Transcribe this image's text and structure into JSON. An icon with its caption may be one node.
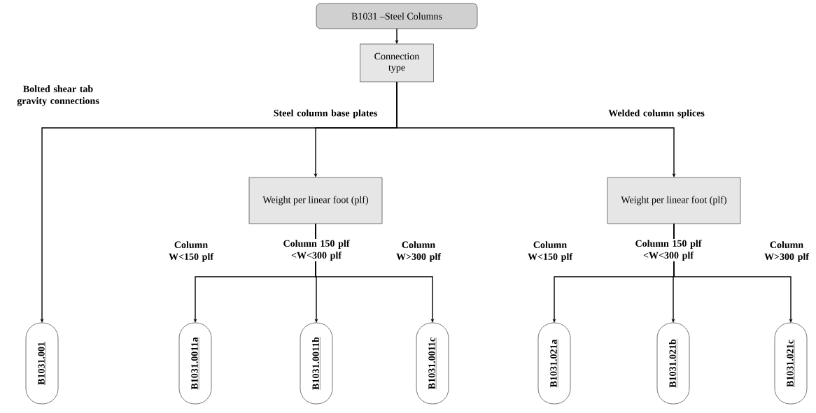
{
  "diagram": {
    "nodes": [
      {
        "text": [
          "B1031 –Steel Columns"
        ]
      },
      {
        "text": [
          "Connection type"
        ]
      },
      {
        "text": [
          "Weight per linear foot (plf)"
        ]
      },
      {
        "text": [
          "Weight per linear foot (plf)"
        ]
      },
      {
        "text": [
          "B1031.001"
        ]
      },
      {
        "text": [
          "B1031.0011a"
        ]
      },
      {
        "text": [
          "B1031.0011b"
        ]
      },
      {
        "text": [
          "B1031.0011c"
        ]
      },
      {
        "text": [
          "B1031.021a"
        ]
      },
      {
        "text": [
          "B1031.021b"
        ]
      },
      {
        "text": [
          "B1031.021c"
        ]
      }
    ],
    "edges": [
      {
        "from": 0,
        "to": 1,
        "arrow": "to"
      },
      {
        "from": 1,
        "to": 4,
        "arrow": "to",
        "label": "Bolted shear tab gravity connections"
      },
      {
        "from": 1,
        "to": 2,
        "arrow": "to",
        "label": "Steel column base plates"
      },
      {
        "from": 1,
        "to": 3,
        "arrow": "to",
        "label": "Welded column splices"
      },
      {
        "from": 2,
        "to": 5,
        "arrow": "to",
        "label": "Column W<150 plf"
      },
      {
        "from": 2,
        "to": 6,
        "arrow": "to",
        "label": "Column 150 plf <W<300 plf"
      },
      {
        "from": 2,
        "to": 7,
        "arrow": "to",
        "label": "Column W>300 plf"
      },
      {
        "from": 3,
        "to": 8,
        "arrow": "to",
        "label": "Column W<150 plf"
      },
      {
        "from": 3,
        "to": 9,
        "arrow": "to",
        "label": "Column 150 plf <W<300 plf"
      },
      {
        "from": 3,
        "to": 10,
        "arrow": "to",
        "label": "Column W>300 plf"
      }
    ]
  }
}
